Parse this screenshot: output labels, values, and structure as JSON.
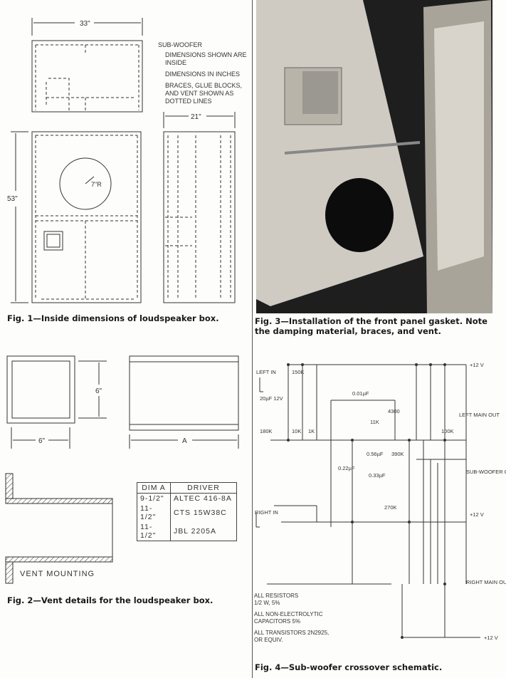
{
  "fig1": {
    "caption": "Fig. 1—Inside dimensions of loudspeaker box.",
    "width_dim": "33\"",
    "depth_dim": "21\"",
    "height_dim": "53\"",
    "radius_dim": "7\"R",
    "notes": [
      "SUB-WOOFER",
      "DIMENSIONS SHOWN ARE INSIDE",
      "DIMENSIONS IN INCHES",
      "BRACES, GLUE BLOCKS, AND VENT SHOWN AS DOTTED LINES"
    ]
  },
  "fig2": {
    "caption": "Fig. 2—Vent details for the loudspeaker box.",
    "height_dim": "6\"",
    "width_dim": "6\"",
    "length_dim": "A",
    "mounting_label": "VENT MOUNTING",
    "table": {
      "headers": [
        "DIM A",
        "DRIVER"
      ],
      "rows": [
        [
          "9-1/2\"",
          "ALTEC 416-8A"
        ],
        [
          "11-1/2\"",
          "CTS 15W38C"
        ],
        [
          "11-1/2\"",
          "JBL 2205A"
        ]
      ]
    }
  },
  "fig3": {
    "caption": "Fig. 3—Installation of the front panel gasket. Note the damping material, braces, and vent."
  },
  "fig4": {
    "caption": "Fig. 4—Sub-woofer crossover schematic.",
    "labels": {
      "left_in": "LEFT IN",
      "right_in": "RIGHT IN",
      "plus12": "+12 V",
      "left_out": "LEFT MAIN OUT",
      "sub_out": "SUB-WOOFER OUT",
      "right_out": "RIGHT MAIN OUT",
      "r150k": "150K",
      "c20": "20µF 12V",
      "c001": "0.01µF",
      "r4300": "4300",
      "r11k": "11K",
      "r180k": "180K",
      "r10k": "10K",
      "r1k": "1K",
      "r100k": "100K",
      "r390k": "390K",
      "r270k": "270K",
      "c056": "0.56µF",
      "c033": "0.33µF",
      "c022": "0.22µF"
    },
    "notes": [
      "ALL RESISTORS 1/2 W, 5%",
      "ALL NON-ELECTROLYTIC CAPACITORS 5%",
      "ALL TRANSISTORS 2N2925, OR EQUIV."
    ]
  }
}
